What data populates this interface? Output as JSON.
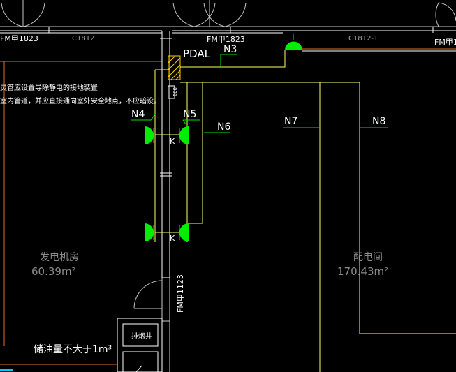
{
  "colors": {
    "background": "#000000",
    "wall": "#ffffff",
    "door": "#c8c8c8",
    "label_text": "#ffffff",
    "room_text": "#8a8a8a",
    "circuit_yellow": "#ffff66",
    "circuit_green": "#00e000",
    "lamp_green": "#00ee00",
    "boundary_orange": "#e0702a",
    "hatch": "#ffd000",
    "accent_cyan": "#00c8ff"
  },
  "labels": {
    "door_top_left": "FM甲1823",
    "window_left": "C1812",
    "door_top_mid": "FM甲1823",
    "window_right": "C1812-1",
    "door_top_right": "FM甲1",
    "panel": "PDAL",
    "n3": "N3",
    "n4": "N4",
    "n5": "N5",
    "n6": "N6",
    "n7": "N7",
    "n8": "N8",
    "k_upper": "K",
    "k_lower": "K",
    "box_tag": "831",
    "note_line1": "灵管应设置导除静电的接地装置",
    "note_line2": "室内管道，并应直接通向室外安全地点，不应暗设。",
    "room_left_name": "发电机房",
    "room_left_area": "60.39m²",
    "room_right_name": "配电间",
    "room_right_area": "170.43m²",
    "door_vertical": "FM甲1123",
    "shaft_label": "排烟井",
    "oil_note": "储油量不大于1m³"
  }
}
